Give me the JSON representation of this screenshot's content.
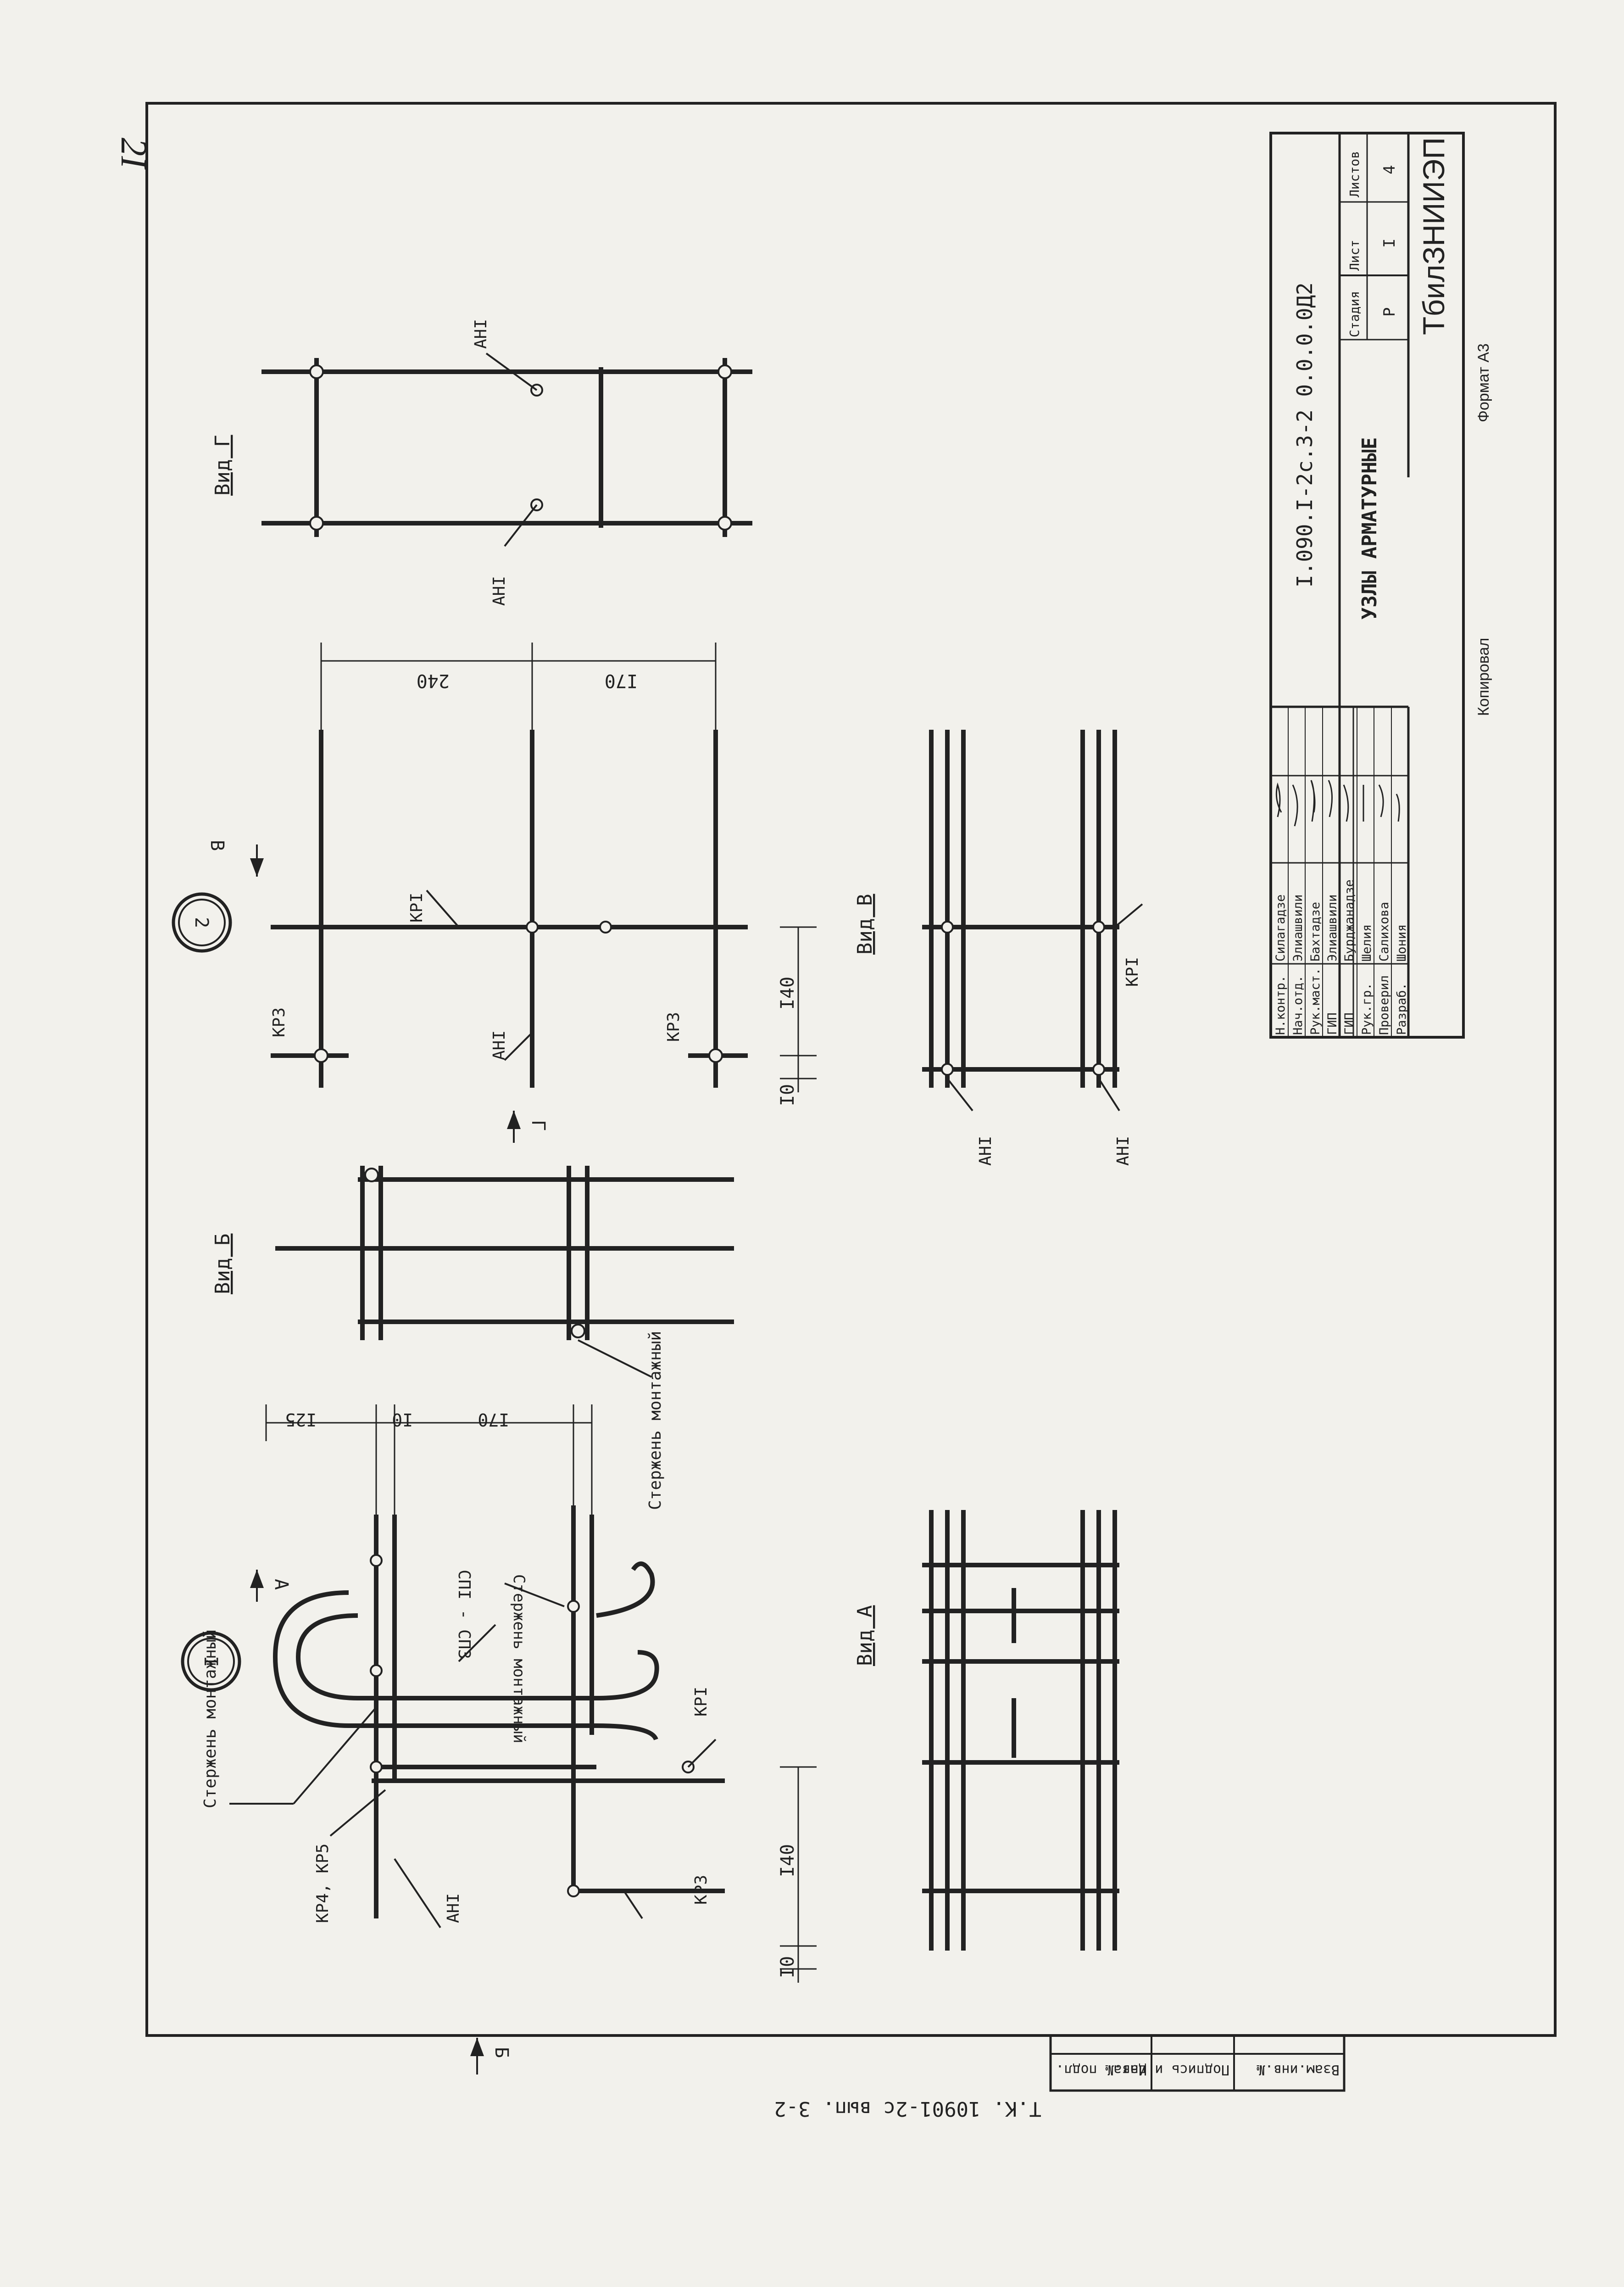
{
  "sheet": {
    "number": "2I",
    "format": "Формат А3",
    "copied": "Копировал"
  },
  "margin_stamp": {
    "album": "Т.К.  10901-2с  вып. 3-2",
    "cells": [
      "Взам.инв.№",
      "Подпись и дата",
      "Инв.№ подл."
    ]
  },
  "title_block": {
    "code": "I.090.I-2с.3-2 0.0.0.0Д2",
    "title": "УЗЛЫ АРМАТУРНЫЕ",
    "org": "ТбилЗНИИЭП",
    "stage_header": "Стадия",
    "sheet_header": "Лист",
    "sheets_header": "Листов",
    "stage": "Р",
    "sheet_no": "I",
    "sheets_total": "4",
    "people": [
      {
        "role": "Н.контр.",
        "name": "Силагадзе"
      },
      {
        "role": "Нач.отд.",
        "name": "Элиашвили"
      },
      {
        "role": "Рук.маст.",
        "name": "Бахтадзе"
      },
      {
        "role": "ГИП",
        "name": "Элиашвили"
      },
      {
        "role": "ГИП",
        "name": "Бурджанадзе"
      },
      {
        "role": "Рук.гр.",
        "name": "Шелия"
      },
      {
        "role": "Проверил",
        "name": "Салихова"
      },
      {
        "role": "Разраб.",
        "name": "Шония"
      }
    ]
  },
  "node1": {
    "marker": "I",
    "arrow_a": "А",
    "arrow_b": "Б",
    "label_rod1": "Стержень монтажный",
    "label_kr45": "КР4, КР5",
    "label_an": "АНI",
    "label_sp": "СПI - СПЗ",
    "label_rod2": "Стержень монтажный",
    "label_kr1": "КРI",
    "label_kr3": "КРЗ",
    "dim_125": "I25",
    "dim_10a": "I0",
    "dim_170": "I70",
    "dim_140": "I40",
    "dim_10b": "I0"
  },
  "view_a": {
    "title": "Вид А"
  },
  "view_b": {
    "title": "Вид Б",
    "label_rod": "Стержень монтажный"
  },
  "node2": {
    "marker": "2",
    "arrow_v": "В",
    "arrow_g": "Г",
    "label_kr3a": "КРЗ",
    "label_kr1": "КРI",
    "label_an": "АНI",
    "label_kr3b": "КРЗ",
    "dim_240": "240",
    "dim_170": "I70",
    "dim_140": "I40",
    "dim_10": "I0"
  },
  "view_v": {
    "title": "Вид В",
    "label_kr1": "КРI",
    "label_an1": "АНI",
    "label_an2": "АНI"
  },
  "view_g": {
    "title": "Вид Г",
    "label_an1": "АНI",
    "label_an2": "АНI"
  }
}
